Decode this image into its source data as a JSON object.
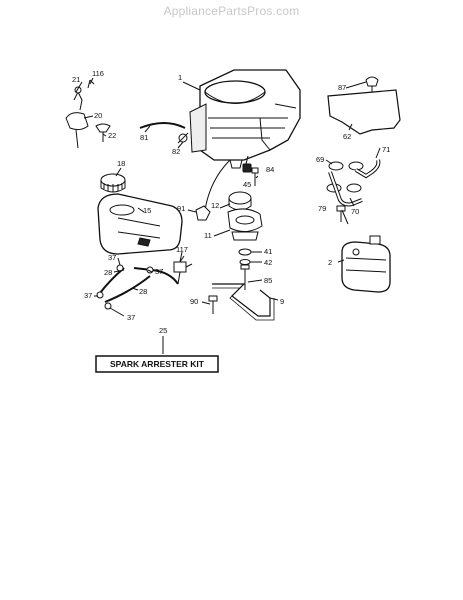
{
  "watermark": "AppliancePartsPros.com",
  "callouts": {
    "c1": "1",
    "c2": "2",
    "c9": "9",
    "c11": "11",
    "c12": "12",
    "c15": "15",
    "c18": "18",
    "c20": "20",
    "c21": "21",
    "c22": "22",
    "c25": "25",
    "c28a": "28",
    "c28b": "28",
    "c37a": "37",
    "c37b": "37",
    "c37c": "37",
    "c37d": "37",
    "c41": "41",
    "c42": "42",
    "c45": "45",
    "c62": "62",
    "c69": "69",
    "c70": "70",
    "c71": "71",
    "c79": "79",
    "c81": "81",
    "c82": "82",
    "c84": "84",
    "c85": "85",
    "c87": "87",
    "c90": "90",
    "c91": "91",
    "c116": "116",
    "c117": "117"
  },
  "kit": {
    "label": "SPARK ARRESTER KIT"
  },
  "icons": {
    "engine": "engine-icon",
    "fuel_tank": "fuel-tank-icon",
    "muffler": "muffler-icon"
  }
}
